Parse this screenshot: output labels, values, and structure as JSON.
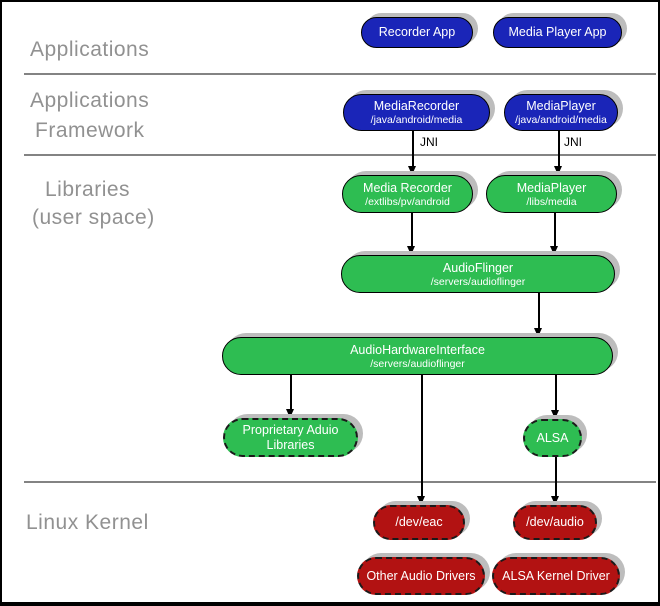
{
  "colors": {
    "blue": "#1a25b8",
    "green": "#2ebd52",
    "red": "#b21212",
    "shadow": "#bdbdbd",
    "label": "#919191",
    "divider": "#838383"
  },
  "labels": {
    "applications": "Applications",
    "framework_line1": "Applications",
    "framework_line2": "Framework",
    "libraries_line1": "Libraries",
    "libraries_line2": "(user space)",
    "kernel": "Linux Kernel",
    "jni1": "JNI",
    "jni2": "JNI"
  },
  "boxes": {
    "recorder_app": {
      "title": "Recorder App"
    },
    "media_player_app": {
      "title": "Media Player App"
    },
    "media_recorder_fw": {
      "title": "MediaRecorder",
      "subtitle": "/java/android/media"
    },
    "media_player_fw": {
      "title": "MediaPlayer",
      "subtitle": "/java/android/media"
    },
    "media_recorder_lib": {
      "title": "Media Recorder",
      "subtitle": "/extlibs/pv/android"
    },
    "media_player_lib": {
      "title": "MediaPlayer",
      "subtitle": "/libs/media"
    },
    "audioflinger": {
      "title": "AudioFlinger",
      "subtitle": "/servers/audioflinger"
    },
    "audio_hardware_interface": {
      "title": "AudioHardwareInterface",
      "subtitle": "/servers/audioflinger"
    },
    "proprietary_audio_libraries": {
      "line1": "Proprietary Aduio",
      "line2": "Libraries"
    },
    "alsa": {
      "title": "ALSA"
    },
    "dev_eac": {
      "title": "/dev/eac"
    },
    "dev_audio": {
      "title": "/dev/audio"
    },
    "other_audio_drivers": {
      "title": "Other Audio Drivers"
    },
    "alsa_kernel_driver": {
      "title": "ALSA Kernel Driver"
    }
  }
}
